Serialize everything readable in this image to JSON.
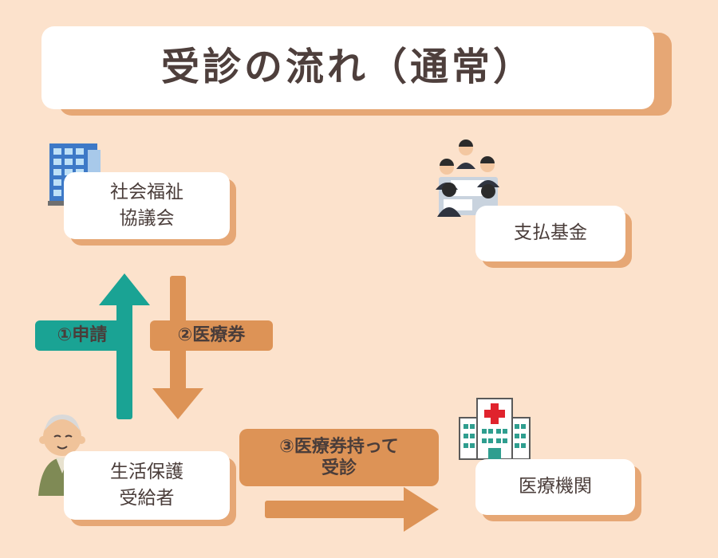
{
  "title": "受診の流れ（通常）",
  "nodes": {
    "council": "社会福祉\n協議会",
    "fund": "支払基金",
    "recipient": "生活保護\n受給者",
    "hospital": "医療機関"
  },
  "steps": {
    "step1": "①申請",
    "step2": "②医療券",
    "step3": "③医療券持って\n受診"
  },
  "colors": {
    "background": "#fce2cc",
    "shadow": "#e6a775",
    "teal": "#1aa394",
    "orange": "#dd9356"
  },
  "icons": [
    "office-building-icon",
    "meeting-people-icon",
    "elderly-man-icon",
    "hospital-icon"
  ]
}
